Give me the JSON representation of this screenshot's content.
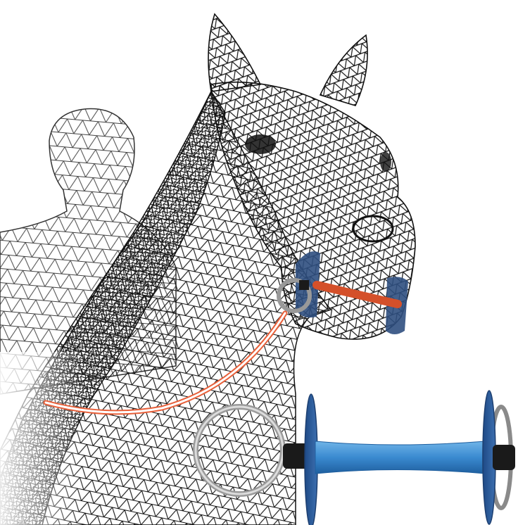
{
  "scene": {
    "description_colors": {
      "background": "#ffffff",
      "wireframe": "#111111",
      "rider_wireframe": "#333333",
      "cheek_piece": "#2f4f7f",
      "bit_mouthpiece": "#d4502a",
      "rein": "#e8603a",
      "bit_bar": "#3f8fd0",
      "bit_disc": "#2a5a9a",
      "ring": "#9a9a9a",
      "end_cap": "#1a1a1a"
    },
    "icons": [
      "horse-wireframe",
      "rider-wireframe",
      "bit-assembly",
      "rein",
      "ring"
    ]
  }
}
